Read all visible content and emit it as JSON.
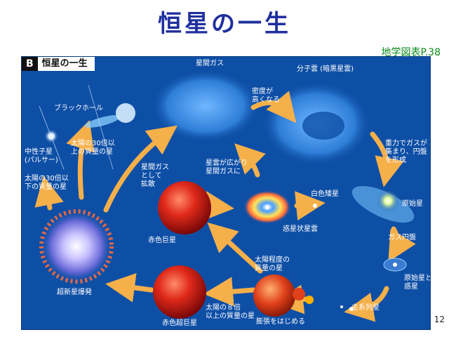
{
  "title": "恒星の一生",
  "source": "地学図表P.38",
  "page_number": "12",
  "panel": {
    "letter": "B",
    "heading": "恒星の一生",
    "labels": {
      "interstellar_gas": "星間ガス",
      "molecular_cloud": "分子雲 (暗黒星雲)",
      "dense": "密度が\n高くなる",
      "gravity": "重力でガスが\n集まり、円盤\nを形成",
      "protostar": "原始星",
      "gas_disk": "ガス円盤",
      "proto_planets": "原始星と\n惑星",
      "main_sequence": "主系列星",
      "expansion": "膨張をはじめる",
      "sun_mass": "太陽程度の\n質量の星",
      "eight_times": "太陽の８倍\n以上の質量の星",
      "red_supergiant": "赤色超巨星",
      "supernova": "超新星爆発",
      "less30": "太陽の30倍以\n下の質量の星",
      "neutron": "中性子星\n(パルサー)",
      "over30": "太陽の30倍以\n上の質量の星",
      "black_hole": "ブラックホール",
      "dispersed": "星間ガス\nとして\n拡散",
      "red_giant": "赤色巨星",
      "nebula_spread": "星雲が広がり\n星間ガスに",
      "white_dwarf": "白色矮星",
      "planetary_nebula": "惑星状星雲"
    }
  }
}
